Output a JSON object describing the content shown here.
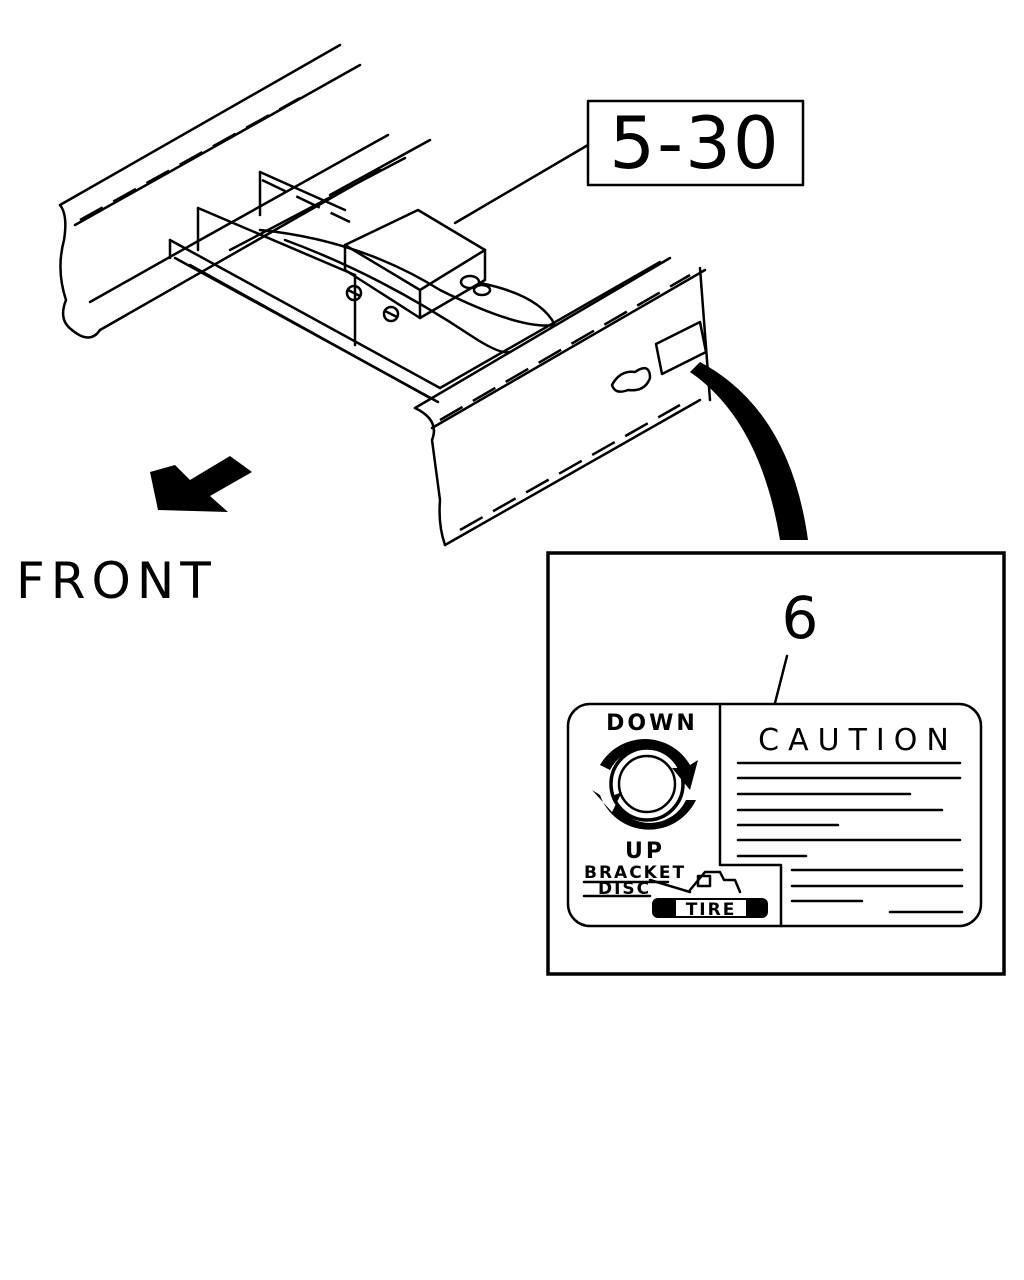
{
  "callout_ref": "5-30",
  "direction_label": "FRONT",
  "item_number": "6",
  "label": {
    "down": "DOWN",
    "up": "UP",
    "bracket": "BRACKET",
    "disc": "DISC",
    "tire": "TIRE",
    "caution": "CAUTION"
  },
  "icons": [
    "front-arrow-icon",
    "rotation-arrows-icon",
    "tire-icon"
  ]
}
